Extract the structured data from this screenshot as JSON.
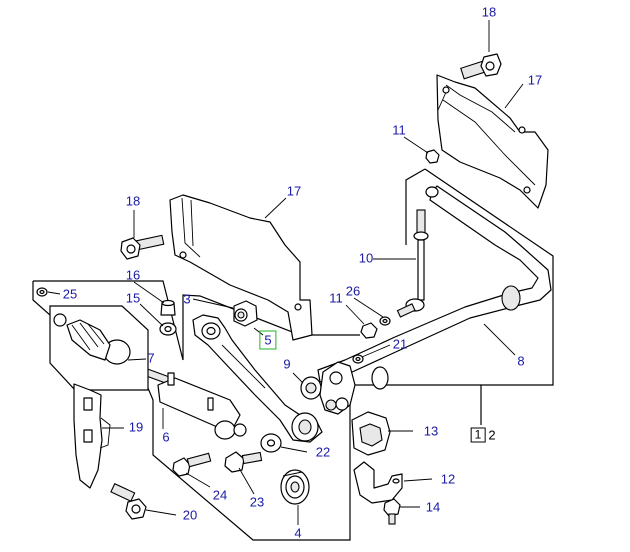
{
  "callouts": [
    {
      "id": "c18a",
      "label": "18"
    },
    {
      "id": "c17a",
      "label": "17"
    },
    {
      "id": "c11a",
      "label": "11"
    },
    {
      "id": "c18b",
      "label": "18"
    },
    {
      "id": "c17b",
      "label": "17"
    },
    {
      "id": "c10",
      "label": "10"
    },
    {
      "id": "c16",
      "label": "16"
    },
    {
      "id": "c11b",
      "label": "11"
    },
    {
      "id": "c26",
      "label": "26"
    },
    {
      "id": "c25",
      "label": "25"
    },
    {
      "id": "c15",
      "label": "15"
    },
    {
      "id": "c3",
      "label": "3"
    },
    {
      "id": "c5",
      "label": "5"
    },
    {
      "id": "c21",
      "label": "21"
    },
    {
      "id": "c8",
      "label": "8"
    },
    {
      "id": "c7",
      "label": "7"
    },
    {
      "id": "c9",
      "label": "9"
    },
    {
      "id": "c19",
      "label": "19"
    },
    {
      "id": "c6",
      "label": "6"
    },
    {
      "id": "c13",
      "label": "13"
    },
    {
      "id": "c1",
      "label": "1"
    },
    {
      "id": "c2",
      "label": "2"
    },
    {
      "id": "c22",
      "label": "22"
    },
    {
      "id": "c12",
      "label": "12"
    },
    {
      "id": "c24",
      "label": "24"
    },
    {
      "id": "c23",
      "label": "23"
    },
    {
      "id": "c14",
      "label": "14"
    },
    {
      "id": "c20",
      "label": "20"
    },
    {
      "id": "c4",
      "label": "4"
    }
  ],
  "colors": {
    "callout": "#1a1aa6",
    "selected_outline": "#22b522",
    "line": "#000000"
  }
}
